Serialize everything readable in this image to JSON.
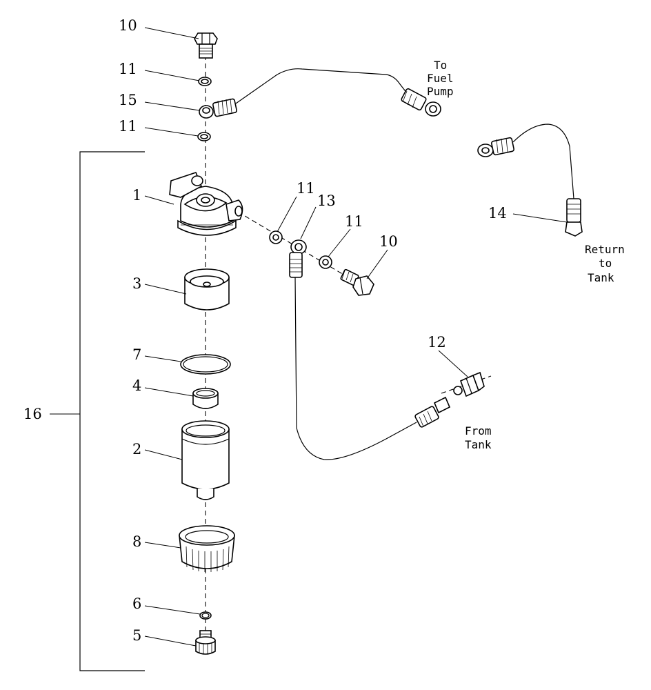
{
  "callouts": {
    "c10_top": "10",
    "c11_a": "11",
    "c15": "15",
    "c11_b": "11",
    "c1": "1",
    "c11_c": "11",
    "c13": "13",
    "c11_d": "11",
    "c10_right": "10",
    "c14": "14",
    "c3": "3",
    "c7": "7",
    "c4": "4",
    "c16": "16",
    "c2": "2",
    "c12": "12",
    "c8": "8",
    "c6": "6",
    "c5": "5"
  },
  "notes": {
    "to_fuel_pump": [
      "To",
      "Fuel",
      "Pump"
    ],
    "return_to_tank": [
      "Return",
      "to",
      "Tank"
    ],
    "from_tank": [
      "From",
      "Tank"
    ]
  }
}
